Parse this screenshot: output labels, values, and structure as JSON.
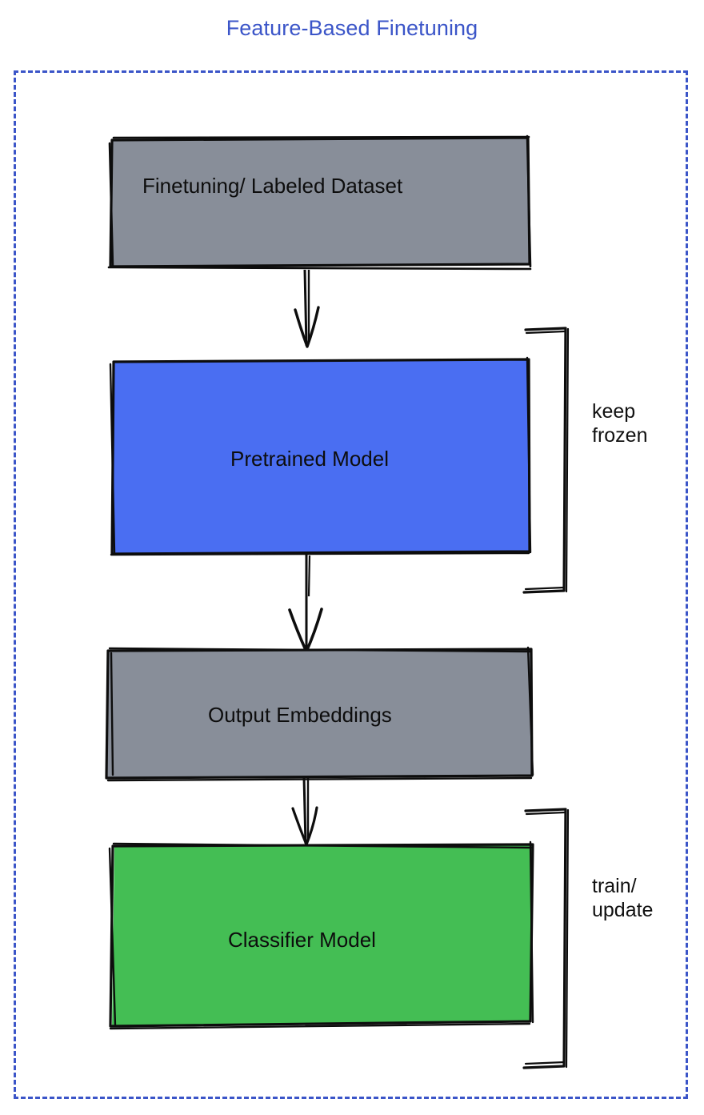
{
  "title": "Feature-Based Finetuning",
  "colors": {
    "title": "#3b55c8",
    "frame_border": "#3b55c8",
    "gray_fill": "#888e99",
    "blue_fill": "#4a6ef2",
    "green_fill": "#44be54",
    "stroke": "#0d0d0d",
    "label_text": "#111111"
  },
  "nodes": [
    {
      "id": "dataset",
      "label": "Finetuning/ Labeled Dataset",
      "fill": "gray"
    },
    {
      "id": "pretrained",
      "label": "Pretrained Model",
      "fill": "blue"
    },
    {
      "id": "embeddings",
      "label": "Output Embeddings",
      "fill": "gray"
    },
    {
      "id": "classifier",
      "label": "Classifier Model",
      "fill": "green"
    }
  ],
  "brackets": [
    {
      "id": "keep-frozen",
      "label": "keep\nfrozen",
      "target": "pretrained"
    },
    {
      "id": "train-update",
      "label": "train/\nupdate",
      "target": "classifier"
    }
  ],
  "edges": [
    {
      "from": "dataset",
      "to": "pretrained"
    },
    {
      "from": "pretrained",
      "to": "embeddings"
    },
    {
      "from": "embeddings",
      "to": "classifier"
    }
  ],
  "icons": {
    "arrow": "down-arrow-icon",
    "bracket": "square-bracket-icon"
  }
}
